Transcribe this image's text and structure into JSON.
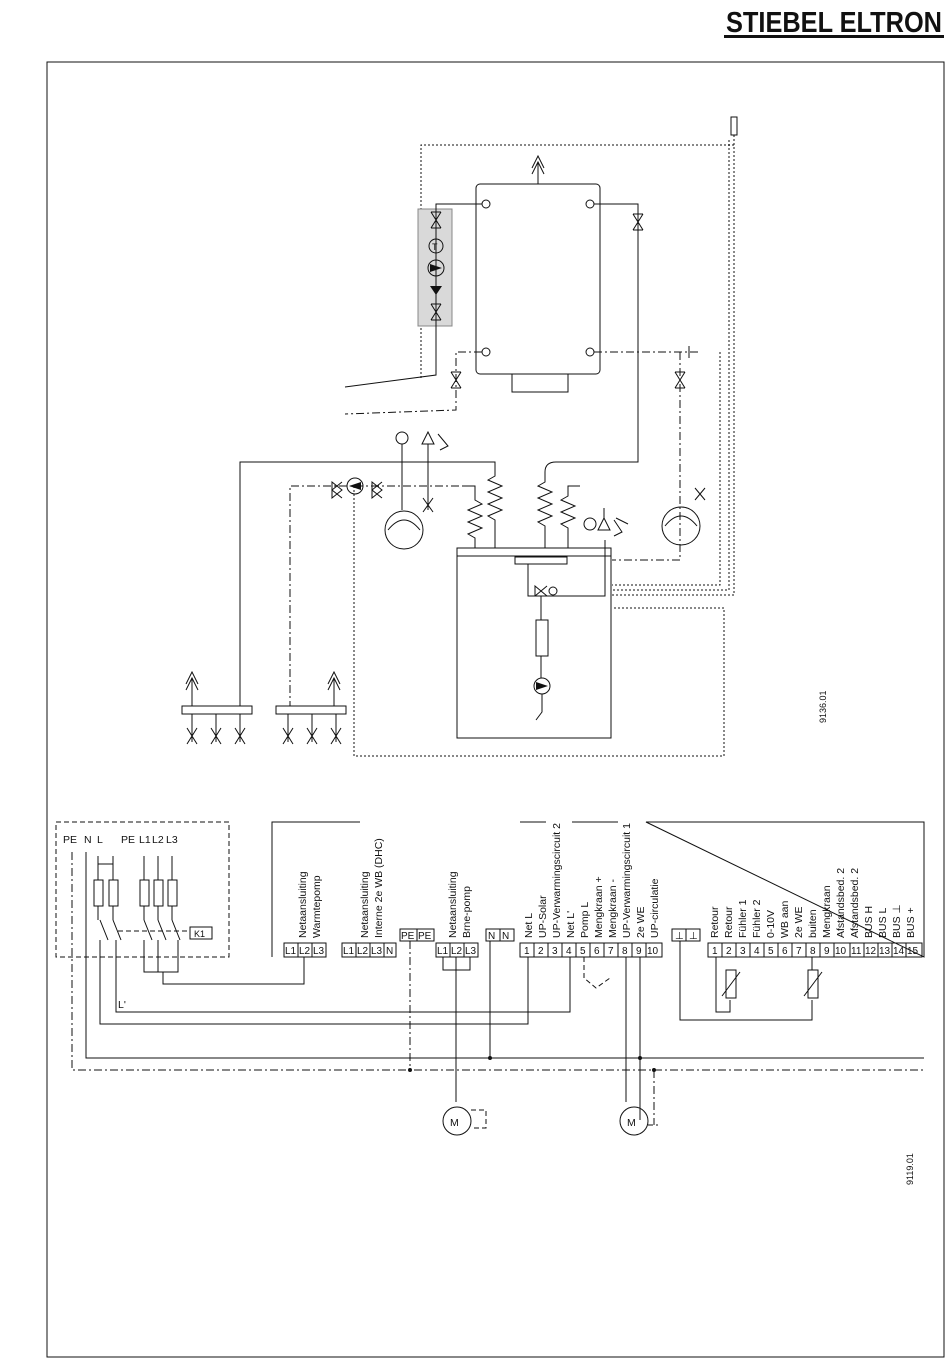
{
  "brand": "STIEBEL ELTRON",
  "drawing_numbers": {
    "hydraulic": "9136.01",
    "electric": "9119.01"
  },
  "mains": {
    "labels": [
      "PE",
      "N",
      "L",
      "PE",
      "L1",
      "L2",
      "L3"
    ],
    "contactor": "K1",
    "l_prime": "L'"
  },
  "terminal_groups": [
    {
      "lines": [
        "Netaansluiting",
        "Warmtepomp"
      ],
      "terminals": [
        "L1",
        "L2",
        "L3"
      ]
    },
    {
      "lines": [
        "Netaansluiting",
        "Interne 2e WB (DHC)"
      ],
      "terminals": [
        "L1",
        "L2",
        "L3",
        "N"
      ]
    },
    {
      "lines": [
        "",
        ""
      ],
      "terminals": [
        "PE",
        "PE"
      ]
    },
    {
      "lines": [
        "Netaansluiting",
        "Brne-pomp"
      ],
      "terminals": [
        "L1",
        "L2",
        "L3"
      ]
    },
    {
      "lines": [
        "",
        ""
      ],
      "terminals": [
        "N",
        "N"
      ]
    }
  ],
  "terminal_block_1": {
    "numbers": [
      "1",
      "2",
      "3",
      "4",
      "5",
      "6",
      "7",
      "8",
      "9",
      "10"
    ],
    "labels": [
      "Net L",
      "UP-Solar",
      "UP-Verwarmingscircuit 2",
      "Net L'",
      "Pomp L",
      "Mengkraan +",
      "Mengkraan -",
      "UP-Verwarmingscircuit 1",
      "2e WE",
      "UP-circulatie"
    ]
  },
  "terminal_block_ground": [
    "⊥",
    "⊥"
  ],
  "terminal_block_2": {
    "numbers": [
      "1",
      "2",
      "3",
      "4",
      "5",
      "6",
      "7",
      "8",
      "9",
      "10",
      "11",
      "12",
      "13",
      "14",
      "15"
    ],
    "labels": [
      "Retour",
      "Retour",
      "Fühler 1",
      "Fühler 2",
      "0-10V",
      "WB aan",
      "2e WE",
      "buiten",
      "Mengkraan",
      "Afstandsbed. 2",
      "Afstandsbed. 2",
      "BUS H",
      "BUS L",
      "BUS ⊥",
      "BUS +"
    ]
  },
  "motor_label": "M"
}
